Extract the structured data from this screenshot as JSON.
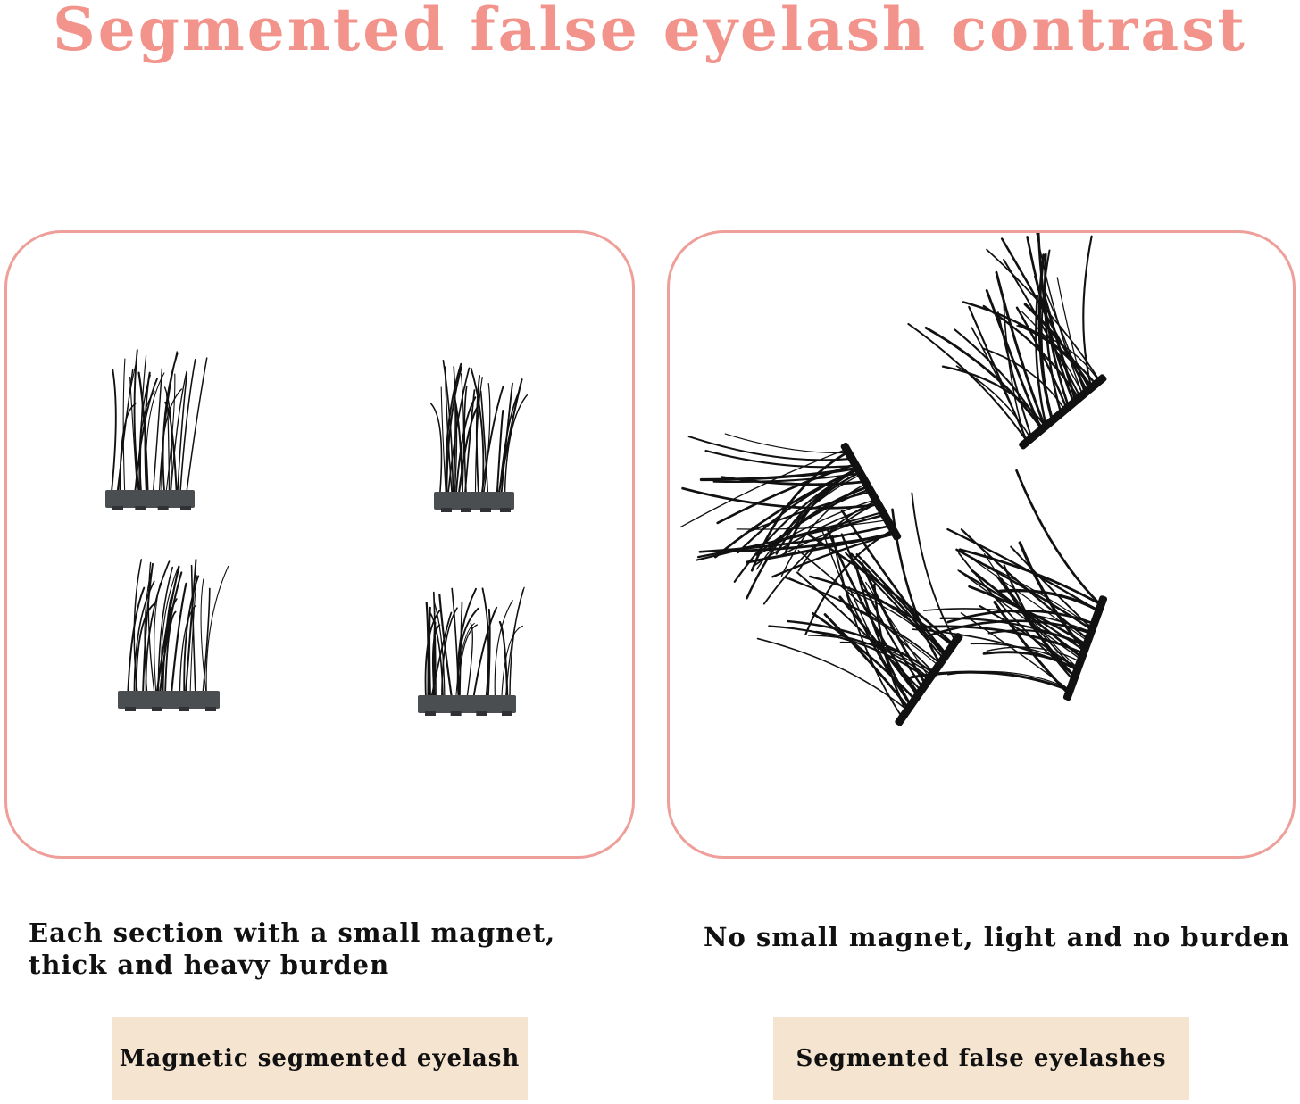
{
  "title": "Segmented false eyelash contrast",
  "colors": {
    "title": "#f2948b",
    "panel_border": "#ee9f99",
    "label_bg": "#f5e4cf",
    "lash": "#111111",
    "magnet_strip": "#4b4e51"
  },
  "left_panel": {
    "caption_line1": "Each section with a small magnet,",
    "caption_line2": "thick and heavy burden",
    "label": "Magnetic segmented eyelash"
  },
  "right_panel": {
    "caption": "No small magnet, light and no burden",
    "label": "Segmented false eyelashes"
  }
}
